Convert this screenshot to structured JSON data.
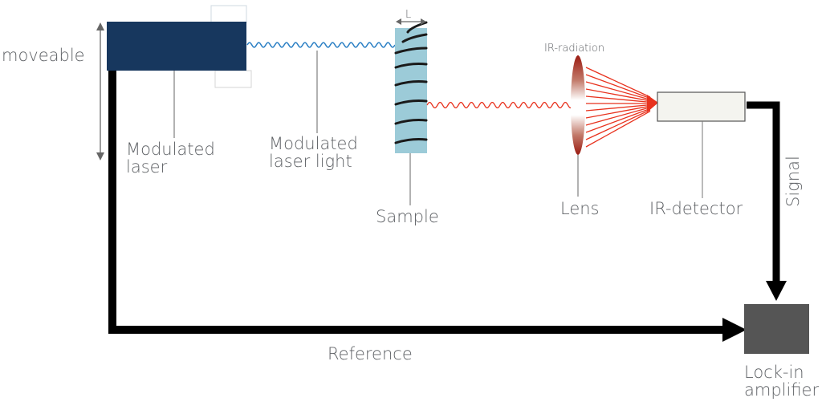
{
  "diagram": {
    "title": "Lock-in thermography / photothermal measurement setup",
    "components": {
      "laser": {
        "label_line1": "Modulated",
        "label_line2": "laser",
        "color": "#17375e"
      },
      "laser_light": {
        "label_line1": "Modulated",
        "label_line2": "laser light",
        "color": "#2a7fc4"
      },
      "sample": {
        "label": "Sample",
        "thickness_label": "L",
        "color": "#9ccbd8"
      },
      "lens": {
        "label": "Lens",
        "color": "#9b1b12"
      },
      "ir_radiation": {
        "label": "IR-radiation",
        "color": "#e8321e"
      },
      "ir_detector": {
        "label": "IR-detector",
        "color": "#f4f4ef"
      },
      "lock_in": {
        "label_line1": "Lock-in",
        "label_line2": "amplifier",
        "color": "#555555"
      }
    },
    "motion_label": "moveable",
    "connections": {
      "reference": "Reference",
      "signal": "Signal"
    },
    "text_color": "#5f6266"
  }
}
